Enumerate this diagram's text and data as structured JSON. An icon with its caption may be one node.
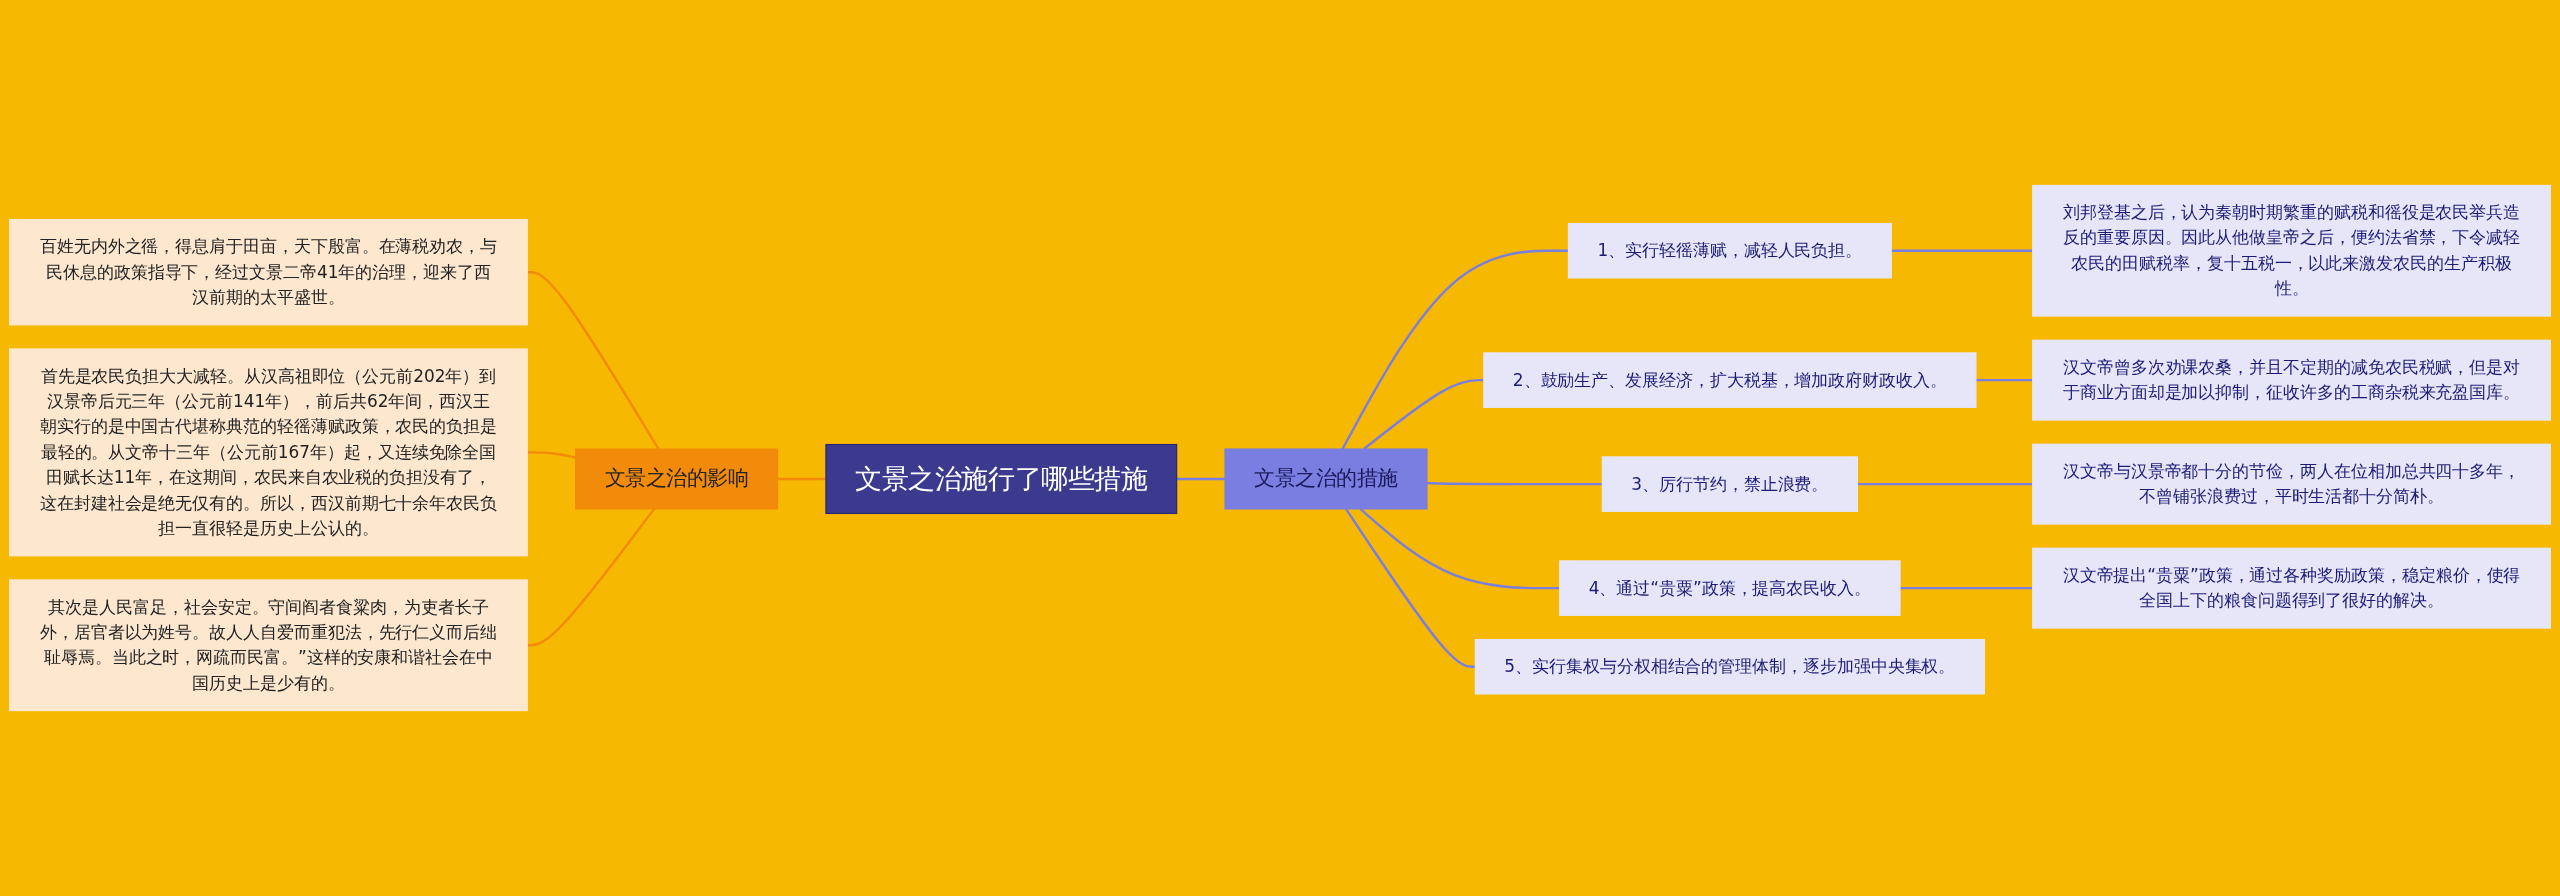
{
  "diagram": {
    "nodes": [
      {
        "text": [
          "文景之治施行了哪些措施"
        ]
      },
      {
        "text": [
          "文景之治的影响"
        ]
      },
      {
        "text": [
          "百姓无内外之徭，得息肩于田亩，天下殷富。在薄税劝农，与民休息的政策指导下，经过文景二帝41年的治理，迎来了西汉前期的太平盛世。"
        ]
      },
      {
        "text": [
          "首先是农民负担大大减轻。从汉高祖即位（公元前202年）到汉景帝后元三年（公元前141年），前后共62年间，西汉王朝实行的是中国古代堪称典范的轻徭薄赋政策，农民的负担是最轻的。从文帝十三年（公元前167年）起，又连续免除全国田赋长达11年，在这期间，农民来自农业税的负担没有了，这在封建社会是绝无仅有的。所以，西汉前期七十余年农民负担一直很轻是历史上公认的。"
        ]
      },
      {
        "text": [
          "其次是人民富足，社会安定。守间阎者食粱肉，为吏者长子外，居官者以为姓号。故人人自爱而重犯法，先行仁义而后绌耻辱焉。当此之时，网疏而民富。”这样的安康和谐社会在中国历史上是少有的。"
        ]
      },
      {
        "text": [
          "文景之治的措施"
        ]
      },
      {
        "text": [
          "1、实行轻徭薄赋，减轻人民负担。"
        ]
      },
      {
        "text": [
          "刘邦登基之后，认为秦朝时期繁重的赋税和徭役是农民举兵造反的重要原因。因此从他做皇帝之后，便约法省禁，下令减轻农民的田赋税率，复十五税一，以此来激发农民的生产积极性。"
        ]
      },
      {
        "text": [
          "2、鼓励生产、发展经济，扩大税基，增加政府财政收入。"
        ]
      },
      {
        "text": [
          "汉文帝曾多次劝课农桑，并且不定期的减免农民税赋，但是对于商业方面却是加以抑制，征收许多的工商杂税来充盈国库。"
        ]
      },
      {
        "text": [
          "3、厉行节约，禁止浪费。"
        ]
      },
      {
        "text": [
          "汉文帝与汉景帝都十分的节俭，两人在位相加总共四十多年，不曾铺张浪费过，平时生活都十分简朴。"
        ]
      },
      {
        "text": [
          "4、通过“贵粟”政策，提高农民收入。"
        ]
      },
      {
        "text": [
          "汉文帝提出“贵粟”政策，通过各种奖励政策，稳定粮价，使得全国上下的粮食问题得到了很好的解决。"
        ]
      },
      {
        "text": [
          "5、实行集权与分权相结合的管理体制，逐步加强中央集权。"
        ]
      }
    ],
    "edges": [
      {
        "from": 0,
        "to": 1,
        "arrow": "none",
        "color": "#f28a0a"
      },
      {
        "from": 1,
        "to": 2,
        "arrow": "none",
        "color": "#f28a0a"
      },
      {
        "from": 1,
        "to": 3,
        "arrow": "none",
        "color": "#f28a0a"
      },
      {
        "from": 1,
        "to": 4,
        "arrow": "none",
        "color": "#f28a0a"
      },
      {
        "from": 0,
        "to": 5,
        "arrow": "none"
      },
      {
        "from": 5,
        "to": 6,
        "arrow": "none"
      },
      {
        "from": 6,
        "to": 7,
        "arrow": "none"
      },
      {
        "from": 5,
        "to": 8,
        "arrow": "none"
      },
      {
        "from": 8,
        "to": 9,
        "arrow": "none"
      },
      {
        "from": 5,
        "to": 10,
        "arrow": "none"
      },
      {
        "from": 10,
        "to": 11,
        "arrow": "none"
      },
      {
        "from": 5,
        "to": 12,
        "arrow": "none"
      },
      {
        "from": 12,
        "to": 13,
        "arrow": "none"
      },
      {
        "from": 5,
        "to": 14,
        "arrow": "none"
      }
    ]
  }
}
